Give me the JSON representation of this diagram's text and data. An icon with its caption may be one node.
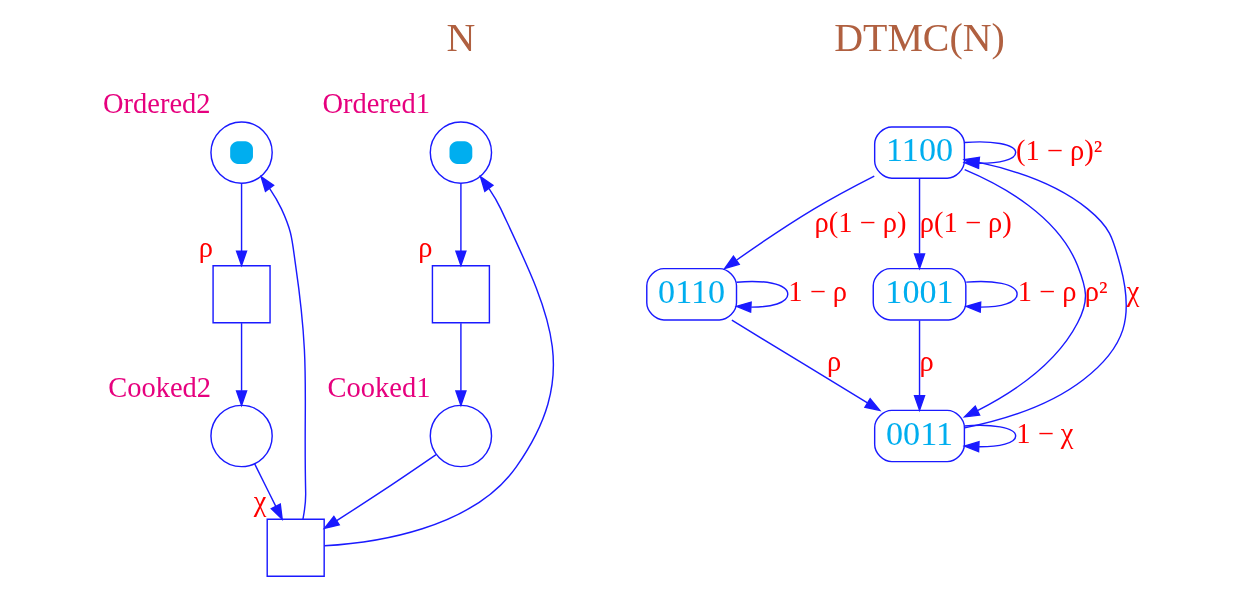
{
  "diagram": {
    "nodes": [
      {
        "text": [],
        "shape": "circle",
        "beside": [
          "Ordered1"
        ]
      },
      {
        "text": [],
        "shape": "circle",
        "beside": [
          "Ordered2"
        ]
      },
      {
        "text": [],
        "shape": "box",
        "beside": [
          "ρ"
        ]
      },
      {
        "text": [],
        "shape": "box",
        "beside": [
          "ρ"
        ]
      },
      {
        "text": [],
        "shape": "circle",
        "beside": [
          "Cooked1"
        ]
      },
      {
        "text": [],
        "shape": "circle",
        "beside": [
          "Cooked2"
        ]
      },
      {
        "text": [],
        "shape": "box",
        "beside": [
          "χ"
        ]
      },
      {
        "text": [
          "1100"
        ]
      },
      {
        "text": [
          "0110"
        ]
      },
      {
        "text": [
          "1001"
        ]
      },
      {
        "text": [
          "0011"
        ]
      }
    ],
    "edges": [
      {
        "from": 0,
        "to": 2,
        "arrow": "to"
      },
      {
        "from": 1,
        "to": 3,
        "arrow": "to"
      },
      {
        "from": 2,
        "to": 4,
        "arrow": "to"
      },
      {
        "from": 3,
        "to": 5,
        "arrow": "to"
      },
      {
        "from": 4,
        "to": 6,
        "arrow": "to"
      },
      {
        "from": 5,
        "to": 6,
        "arrow": "to"
      },
      {
        "from": 6,
        "to": 0,
        "arrow": "to"
      },
      {
        "from": 6,
        "to": 1,
        "arrow": "to"
      },
      {
        "from": 7,
        "to": 7,
        "arrow": "to",
        "label": "(1 − ρ)²"
      },
      {
        "from": 7,
        "to": 8,
        "arrow": "to",
        "label": "ρ(1 − ρ)"
      },
      {
        "from": 7,
        "to": 10,
        "arrow": "to",
        "label": "ρ²"
      },
      {
        "from": 7,
        "to": 9,
        "arrow": "to",
        "label": "ρ(1 − ρ)"
      },
      {
        "from": 8,
        "to": 8,
        "arrow": "to",
        "label": "1 − ρ"
      },
      {
        "from": 9,
        "to": 9,
        "arrow": "to",
        "label": "1 − ρ"
      },
      {
        "from": 8,
        "to": 10,
        "arrow": "to",
        "label": "ρ"
      },
      {
        "from": 9,
        "to": 10,
        "arrow": "to",
        "label": "ρ"
      },
      {
        "from": 10,
        "to": 10,
        "arrow": "to",
        "label": "1 − χ"
      },
      {
        "from": 10,
        "to": 7,
        "arrow": "to",
        "label": "χ"
      }
    ],
    "labels": [
      "N",
      "DTMC(N)"
    ]
  }
}
